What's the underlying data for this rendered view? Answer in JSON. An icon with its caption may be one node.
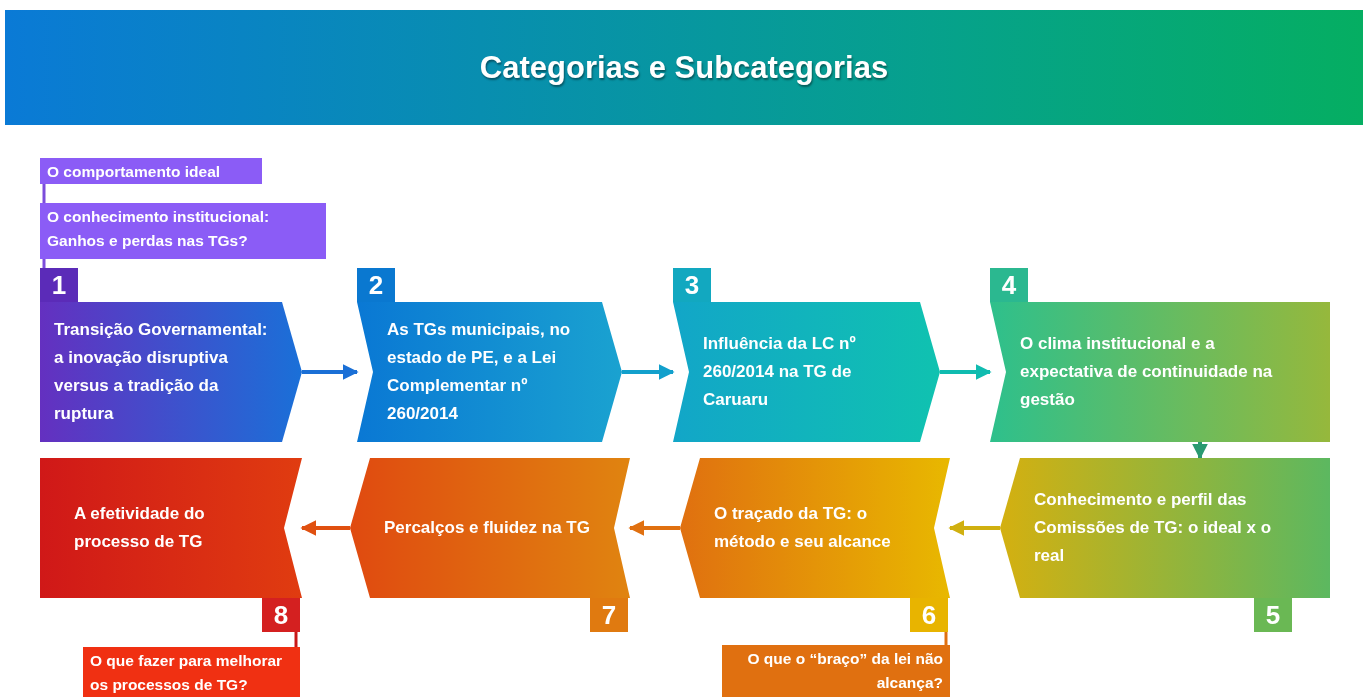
{
  "diagram": {
    "title": "Categorias e Subcategorias",
    "nodes": [
      {
        "text": [
          "O comportamento ideal"
        ]
      },
      {
        "text": [
          "O conhecimento institucional: Ganhos e perdas nas TGs?"
        ]
      },
      {
        "text": [
          "1",
          "Transição Governamental: a inovação disruptiva versus a tradição da ruptura"
        ]
      },
      {
        "text": [
          "2",
          "As TGs municipais, no estado de PE, e a Lei Complementar nº 260/2014"
        ]
      },
      {
        "text": [
          "3",
          "Influência da LC nº 260/2014 na TG de Caruaru"
        ]
      },
      {
        "text": [
          "4",
          "O clima institucional e a expectativa de continuidade na gestão"
        ]
      },
      {
        "text": [
          "A efetividade do processo de TG",
          "8"
        ]
      },
      {
        "text": [
          "Percalços e fluidez na TG",
          "7"
        ]
      },
      {
        "text": [
          "O traçado da TG: o método e seu alcance",
          "6"
        ]
      },
      {
        "text": [
          "Conhecimento e perfil das Comissões de TG: o ideal x o real",
          "5"
        ]
      },
      {
        "text": [
          "O que fazer para melhorar os processos de TG?"
        ]
      },
      {
        "text": [
          "O que o “braço” da lei não alcança?"
        ]
      }
    ],
    "edges": [
      {
        "from": 2,
        "to": 3,
        "arrow": "to",
        "color": "#1a6fd6"
      },
      {
        "from": 3,
        "to": 4,
        "arrow": "to",
        "color": "#12a0cc"
      },
      {
        "from": 4,
        "to": 5,
        "arrow": "to",
        "color": "#10bcb0"
      },
      {
        "from": 5,
        "to": 9,
        "arrow": "to",
        "color": "#2a9a70"
      },
      {
        "from": 9,
        "to": 8,
        "arrow": "to",
        "color": "#d0b010"
      },
      {
        "from": 8,
        "to": 7,
        "arrow": "to",
        "color": "#e07010"
      },
      {
        "from": 7,
        "to": 6,
        "arrow": "to",
        "color": "#e05010"
      },
      {
        "from": 0,
        "to": 1,
        "arrow": "none",
        "color": "#7c4ddb"
      },
      {
        "from": 1,
        "to": 2,
        "arrow": "none",
        "color": "#7c4ddb"
      },
      {
        "from": 10,
        "to": 6,
        "arrow": "none",
        "color": "#c81818"
      },
      {
        "from": 11,
        "to": 8,
        "arrow": "none",
        "color": "#e07010"
      }
    ]
  }
}
